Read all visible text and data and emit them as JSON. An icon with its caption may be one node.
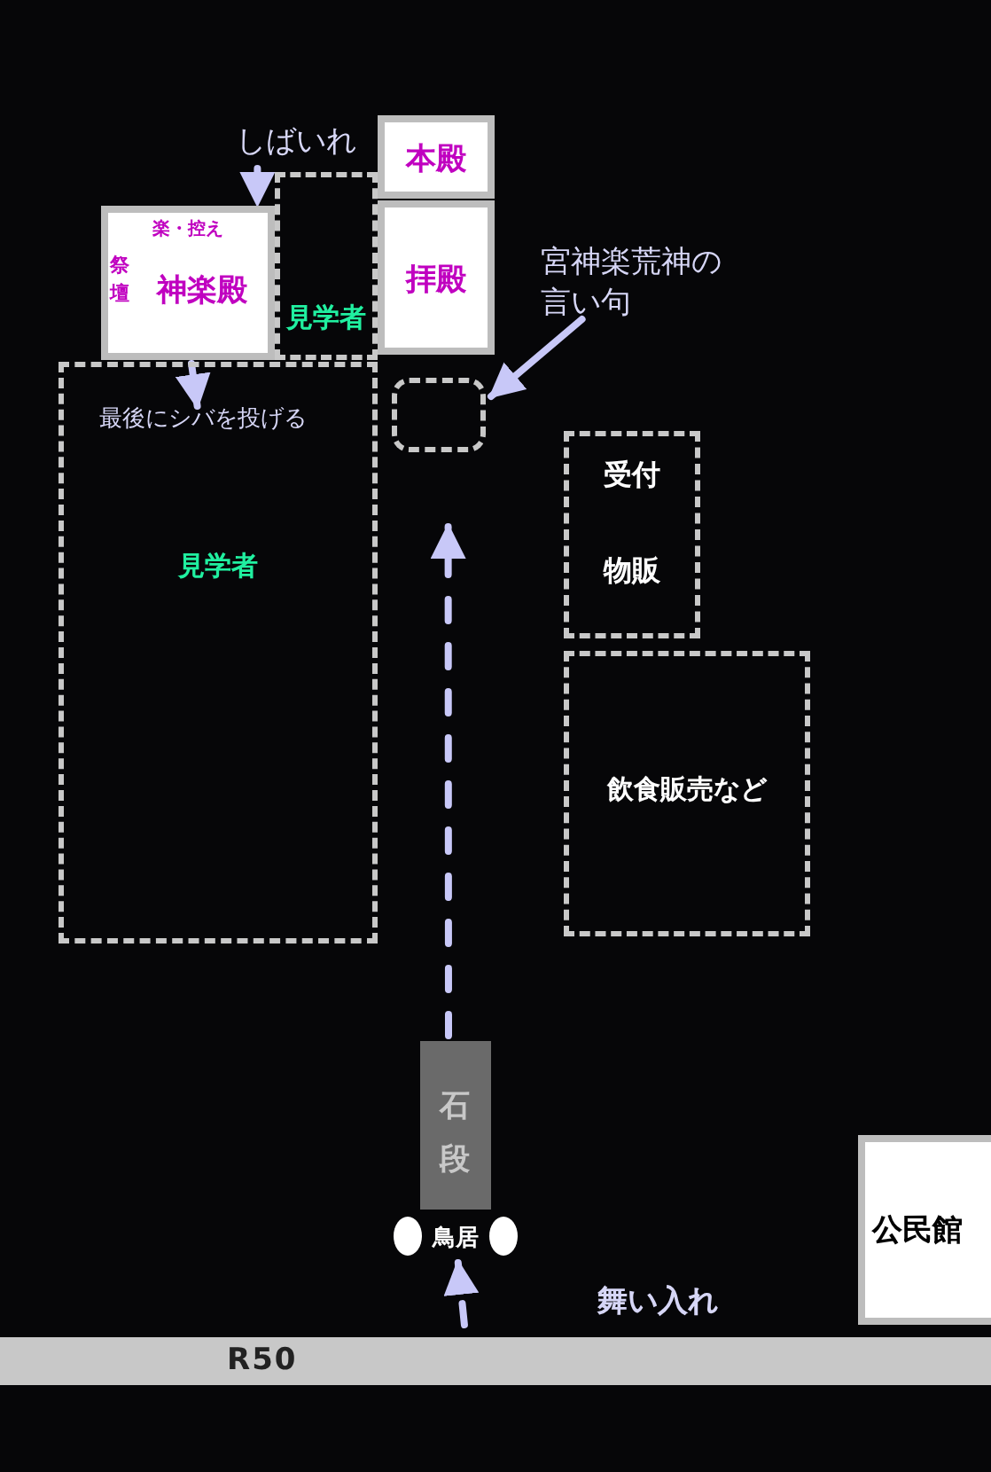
{
  "diagram": {
    "nodes": [
      {
        "text": [
          "本殿"
        ]
      },
      {
        "text": [
          "拝殿"
        ]
      },
      {
        "text": [
          "楽・控え",
          "祭壇",
          "神楽殿"
        ]
      },
      {
        "text": [
          "見学者"
        ]
      },
      {
        "text": [
          "見学者"
        ]
      },
      {
        "text": [
          "最後にシバを投げる"
        ],
        "in": 4
      },
      {
        "text": [
          "しばいれ"
        ]
      },
      {
        "text": [],
        "shape": "box"
      },
      {
        "text": [
          "宮神楽荒神の言い句"
        ]
      },
      {
        "text": [
          "受付",
          "物販"
        ]
      },
      {
        "text": [
          "飲食販売など"
        ]
      },
      {
        "text": [
          "石段"
        ]
      },
      {
        "text": [
          "鳥居"
        ]
      },
      {
        "text": [
          "公民館"
        ]
      },
      {
        "text": [
          "R50"
        ]
      }
    ],
    "edges": [
      {
        "from": 6,
        "to": 2,
        "arrow": "to",
        "style": "dashed"
      },
      {
        "from": 2,
        "to": 5,
        "arrow": "to"
      },
      {
        "from": 8,
        "to": 7,
        "arrow": "to"
      },
      {
        "from": 11,
        "to": 7,
        "arrow": "to",
        "style": "dashed"
      },
      {
        "from": 14,
        "to": 12,
        "arrow": "to",
        "style": "dashed",
        "label": "舞い入れ"
      }
    ]
  }
}
